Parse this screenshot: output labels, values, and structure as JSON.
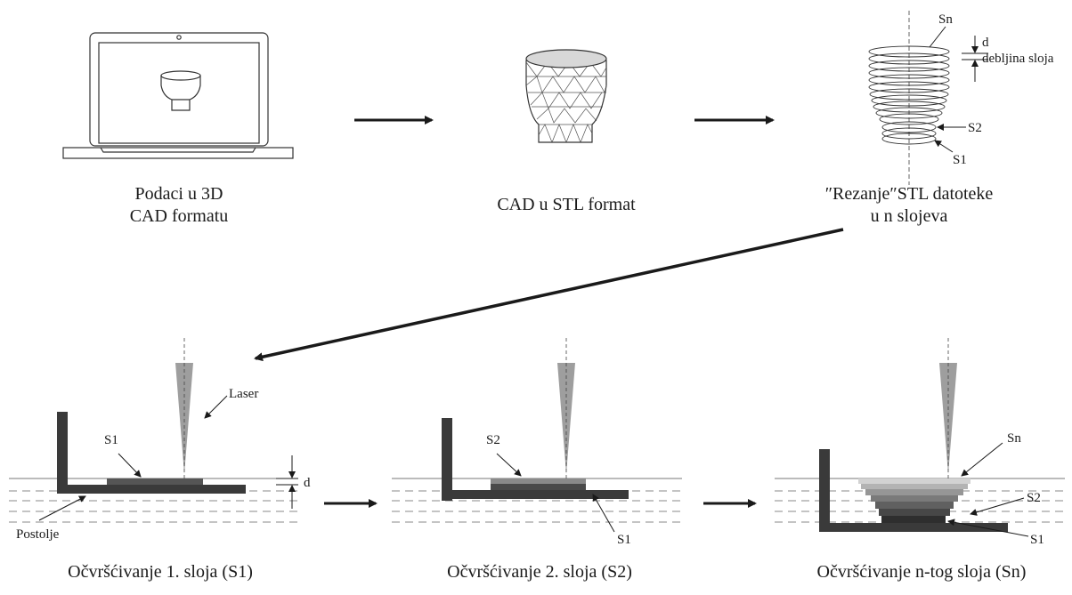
{
  "captions": {
    "cad_line1": "Podaci u 3D",
    "cad_line2": "CAD formatu",
    "stl": "CAD u STL format",
    "slicing_line1": "″Rezanje″STL datoteke",
    "slicing_line2": "u n slojeva",
    "step1": "Očvršćivanje 1. sloja (S1)",
    "step2": "Očvršćivanje 2. sloja (S2)",
    "stepn": "Očvršćivanje n-tog sloja (Sn)"
  },
  "labels": {
    "sn": "Sn",
    "d": "d",
    "layer_thickness": "debljina sloja",
    "s2": "S2",
    "s1": "S1",
    "laser": "Laser",
    "platform": "Postolje"
  },
  "colors": {
    "dark": "#3a3a3a",
    "line": "#1a1a1a",
    "beam": "#9e9e9e",
    "dash": "#8a8a8a"
  }
}
